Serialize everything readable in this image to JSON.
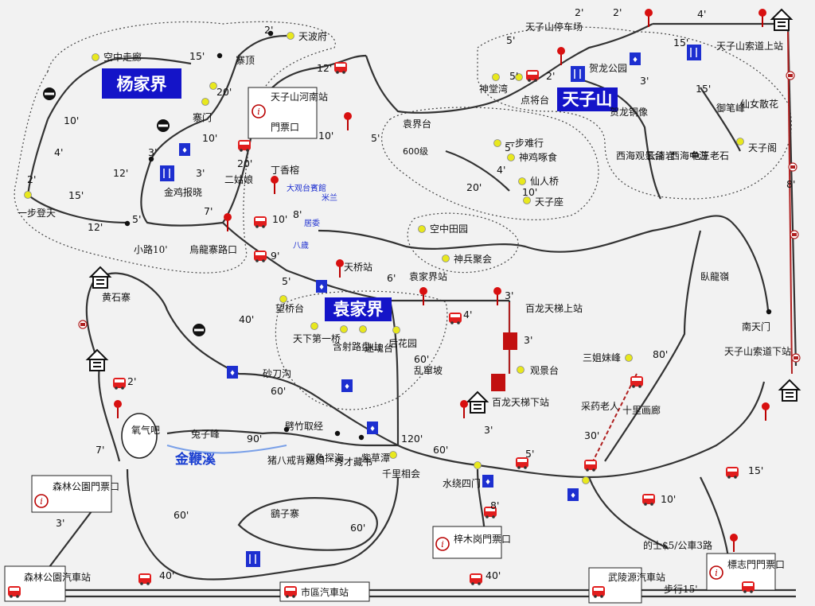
{
  "map": {
    "regions": {
      "yangjiajie": "杨家界",
      "yuanjiajie": "袁家界",
      "tianzishan": "天子山",
      "huangshizhai": "黄石寨",
      "yuanjiajie_stop": "袁家界站",
      "yangshizhai": "鷂子寨",
      "yangshizhai_alt": "鷂子寨"
    },
    "places": {
      "kongzhong_zoulang": "空中走廊",
      "tianbofu": "天波府",
      "zhaiding": "寨顶",
      "zhaimen": "寨门",
      "jinji_baoxiao": "金鸡报晓",
      "yibu_dengtian": "一步登天",
      "xiaolu": "小路10'",
      "wulongzhai_lukou": "烏龍寨路口",
      "dingxiangrong": "丁香榕",
      "dagwantai_binguan": "大观台賓館",
      "milan": "米兰",
      "jumei": "居委",
      "bashui": "八歲",
      "tianzishan_hexie": "天子山河南站",
      "menpiaokou_1": "門票口",
      "erhu": "二姑娘",
      "tianqiao_zhan": "天桥站",
      "yuanjiajie_chezhan": "袁家界站",
      "wangqiaotai": "望桥台",
      "tianxia_diyi_qiao": "天下第一桥",
      "hanshe_lushan": "含射路盘山",
      "mihun_tai": "迷魂台",
      "hou_huayuan": "后花园",
      "bailong_tianti_shangzhan": "百龙天梯上站",
      "bailong_tianti_xiazhan": "百龙天梯下站",
      "guanjing_tai": "观景台",
      "luanchuan_po": "乱窜坡",
      "shadao_gou": "砂刀沟",
      "kongzhong_tianyuan": "空中田园",
      "shenbing_juhui": "神兵聚会",
      "yibu_nanxing": "一步难行",
      "shenji_zhuoshi": "神鸡啄食",
      "xianren_qiao": "仙人桥",
      "tianzi_zuo": "天子座",
      "jiejie_tai": "袁界台",
      "liubai_ji": "600级",
      "tianzishan_tingchechang": "天子山停车场",
      "shenbi_tang": "神堂湾",
      "dianjiang_tai": "点将台",
      "helong_gongyuan": "贺龙公园",
      "helong_tongxiang": "贺龙铜像",
      "xinshe_jiaotai": "西海观景台",
      "yunqing_yan": "云清岩",
      "xihai_zhong_you": "西海中游",
      "guiwang_laoshi": "龟王老石",
      "yubi_feng": "御笔峰",
      "xiannv_sanhua": "仙女散花",
      "tianzi_ge": "天子阁",
      "tianzishan_suodao_shangzhan": "天子山索道上站",
      "tianzishan_suodao_xiazhan": "天子山索道下站",
      "nan_tianmen": "南天门",
      "wolong_ling": "臥龍嶺",
      "santi_meifeng": "三姐妹峰",
      "caiyao_laoren": "采药老人",
      "shili_hualang": "十里画廊",
      "shuirao_simen": "水绕四门",
      "qianli_xianghui": "千里相会",
      "ziqin_tan": "紫草潭",
      "xiucai_cangshu": "秀才藏书",
      "shuanggui_tanhai": "双龟探海",
      "jinbian_xi": "金鞭溪",
      "tuzi_feng": "兔子峰",
      "zhishe_jiajing": "劈竹取经",
      "yuanyang_ba": "猪八戒背媳妇",
      "qi_qi_ba": "氧气吧",
      "senlin_gongyuan_menpiao": "森林公園門票口",
      "senlin_gongyuan_qichezhan": "森林公園汽車站",
      "shiqu_qichezhan": "市區汽車站",
      "wulingyuan_qichezhan": "武陵源汽車站",
      "biaozhi_men_menpiaokou": "標志門門票口",
      "zhuangmu_wan_menpiaokou": "梓木岗門票口",
      "dishi_note": "的士$5/公車3路",
      "buxing": "步行15'"
    },
    "times": {
      "t2a": "2'",
      "t2b": "2'",
      "t4a": "4'",
      "t5a": "5'",
      "t5b": "5'",
      "t15a": "15'",
      "t3a": "3'",
      "t15b": "15'",
      "t2c": "2'",
      "t12a": "12'",
      "t10a": "10'",
      "t5c": "5'",
      "t15c": "15'",
      "t2d": "2'",
      "t20a": "20'",
      "t10b": "10'",
      "t3b": "3'",
      "t12b": "12'",
      "t4b": "4'",
      "t2e": "2'",
      "t15d": "15'",
      "t12c": "12'",
      "t5d": "5'",
      "t7a": "7'",
      "t10c": "10'",
      "t2f": "2'",
      "t20b": "20'",
      "t10d": "10'",
      "t5e": "5'",
      "t8a": "8'",
      "t9a": "9'",
      "t40a": "40'",
      "t6a": "6'",
      "t3c": "3'",
      "t4c": "4'",
      "t3d": "3'",
      "t60a": "60'",
      "t60b": "60'",
      "t120": "120'",
      "t5f": "5'",
      "t60c": "60'",
      "t80": "80'",
      "t30": "30'",
      "t2g": "2'",
      "t15e": "15'",
      "t10e": "10'",
      "t90": "90'",
      "t7b": "7'",
      "t3e": "3'",
      "t60d": "60'",
      "t60e": "60'",
      "t40b": "40'",
      "t40c": "40'",
      "t20c": "20'",
      "t10f": "10'",
      "t3f": "3'",
      "t8b": "8'",
      "t5g": "5'",
      "t5h": "5'",
      "t10g": "10'",
      "t2h": "2'",
      "t6b": "6'",
      "t2i": "2'",
      "t4d": "4'",
      "t3g": "3'",
      "t3h": "3'",
      "t4e": "4'",
      "t600": "600级",
      "t8c": "8'"
    },
    "colors": {
      "region_fill": "#1414c8",
      "route": "#333333",
      "bus": "#e11d1d",
      "point": "#e8e81e",
      "info": "#b90000",
      "ropeway": "#b02020",
      "text": "#111111"
    }
  }
}
